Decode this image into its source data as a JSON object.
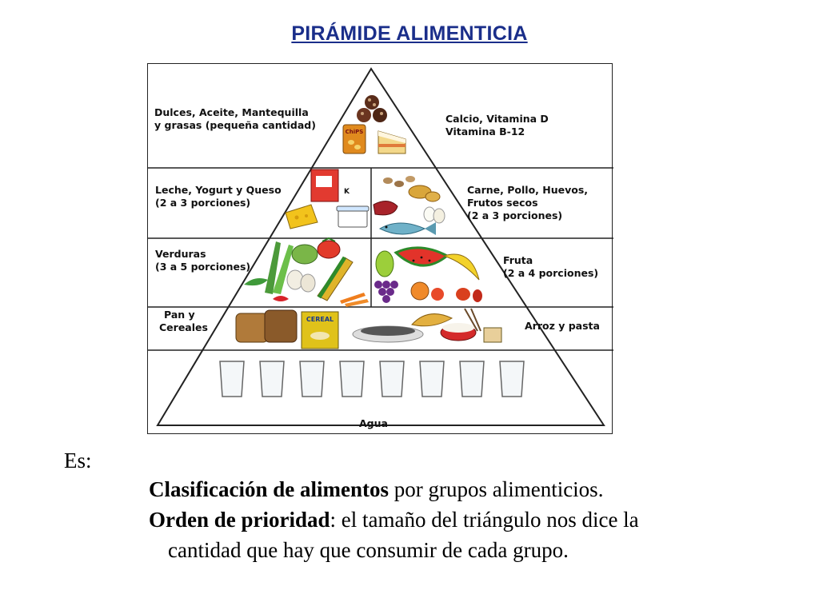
{
  "title": "PIRÁMIDE ALIMENTICIA",
  "pyramid": {
    "tiers": [
      {
        "left_text": [
          "Dulces, Aceite, Mantequilla",
          "y grasas (pequeña cantidad)"
        ],
        "right_text": [
          "Calcio, Vitamina D",
          "Vitamina B-12"
        ]
      },
      {
        "left_text": [
          "Leche, Yogurt y Queso",
          "(2 a 3 porciones)"
        ],
        "right_text": [
          "Carne, Pollo, Huevos,",
          "Frutos secos",
          "(2 a 3 porciones)"
        ]
      },
      {
        "left_text": [
          "Verduras",
          "(3 a 5 porciones)"
        ],
        "right_text": [
          "Fruta",
          "(2 a 4 porciones)"
        ]
      },
      {
        "left_text": [
          "Pan y",
          "Cereales"
        ],
        "right_text": [
          "Arroz y pasta"
        ]
      },
      {
        "bottom_text": "Agua"
      }
    ],
    "icon_labels": {
      "chips": "ChiPS",
      "cereal": "CEREAL",
      "milk": "K"
    }
  },
  "caption": {
    "intro": "Es:",
    "line1_bold": "Clasificación de alimentos",
    "line1_rest": " por grupos alimenticios.",
    "line2_bold": "Orden de prioridad",
    "line2_rest": ": el tamaño del triángulo nos dice la",
    "line3": "cantidad que hay que consumir de cada grupo."
  },
  "colors": {
    "title": "#1a2e8a",
    "line": "#222222"
  }
}
